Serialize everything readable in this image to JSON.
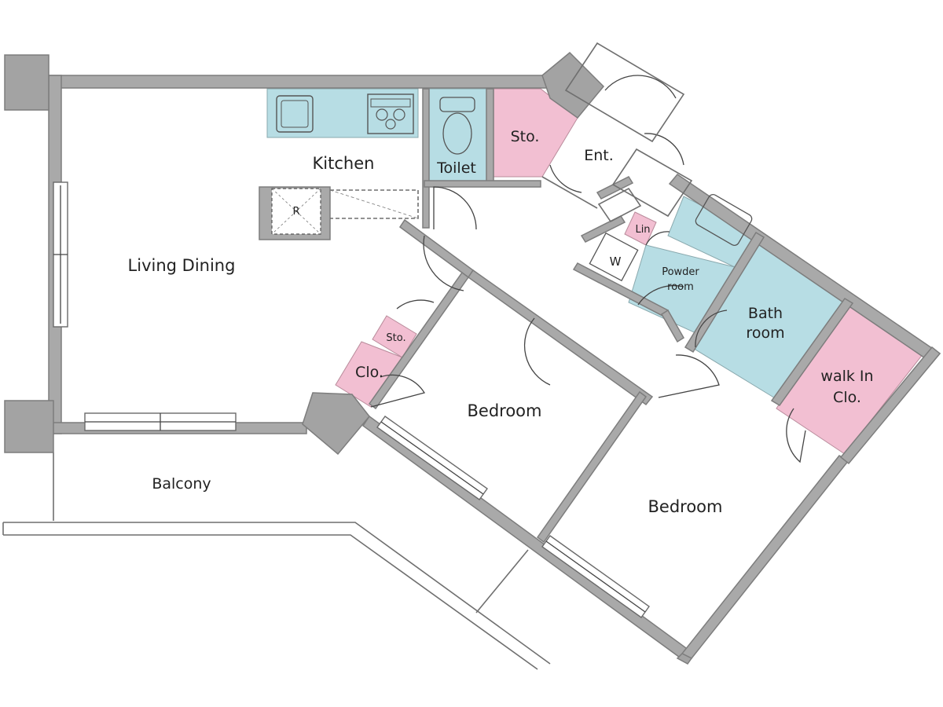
{
  "colors": {
    "wall": "#a9a9a9",
    "wet_area": "#b7dde4",
    "storage": "#f2bfd2",
    "background": "#ffffff"
  },
  "rooms": {
    "kitchen": "Kitchen",
    "living_dining": "Living Dining",
    "toilet": "Toilet",
    "storage_entry": "Sto.",
    "entrance": "Ent.",
    "linen": "Lin",
    "washer": "W",
    "powder_room_line1": "Powder",
    "powder_room_line2": "room",
    "bathroom_line1": "Bath",
    "bathroom_line2": "room",
    "walk_in_closet_line1": "walk  In",
    "walk_in_closet_line2": "Clo.",
    "storage_small": "Sto.",
    "closet": "Clo.",
    "bedroom_1": "Bedroom",
    "bedroom_2": "Bedroom",
    "balcony": "Balcony",
    "refrigerator": "R"
  }
}
